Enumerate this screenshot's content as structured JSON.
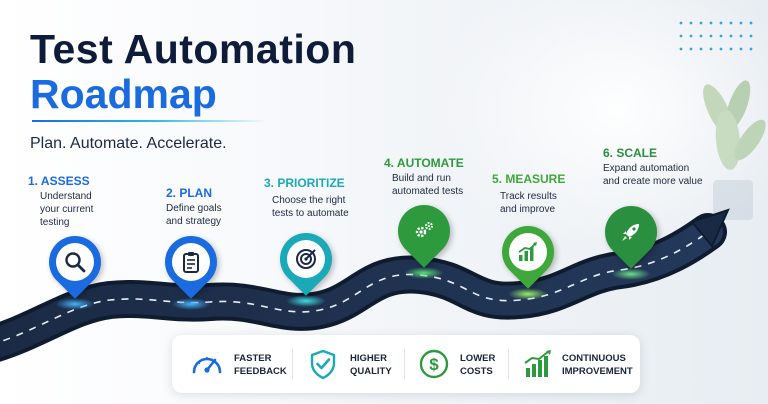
{
  "title": {
    "line1": "Test Automation",
    "line2": "Roadmap"
  },
  "tagline": "Plan. Automate. Accelerate.",
  "steps": [
    {
      "title": "1. ASSESS",
      "desc": "Understand your current testing",
      "color": "#1a6be0",
      "icon": "magnifier-icon"
    },
    {
      "title": "2. PLAN",
      "desc": "Define goals and strategy",
      "color": "#1a6be0",
      "icon": "clipboard-icon"
    },
    {
      "title": "3. PRIORITIZE",
      "desc": "Choose the right tests to automate",
      "color": "#19a9b8",
      "icon": "target-icon"
    },
    {
      "title": "4. AUTOMATE",
      "desc": "Build and run automated tests",
      "color": "#2e9a3e",
      "icon": "gears-icon"
    },
    {
      "title": "5. MEASURE",
      "desc": "Track results and improve",
      "color": "#3fa83a",
      "icon": "bar-chart-icon"
    },
    {
      "title": "6. SCALE",
      "desc": "Expand automation and create more value",
      "color": "#2a8f3e",
      "icon": "rocket-icon"
    }
  ],
  "benefits": [
    {
      "label": "FASTER\nFEEDBACK",
      "icon": "speedometer-icon",
      "color": "#1a6be0"
    },
    {
      "label": "HIGHER\nQUALITY",
      "icon": "shield-check-icon",
      "color": "#19a9b8"
    },
    {
      "label": "LOWER\nCOSTS",
      "icon": "dollar-icon",
      "color": "#2e9a3e"
    },
    {
      "label": "CONTINUOUS\nIMPROVEMENT",
      "icon": "growth-chart-icon",
      "color": "#2e9a3e"
    }
  ]
}
